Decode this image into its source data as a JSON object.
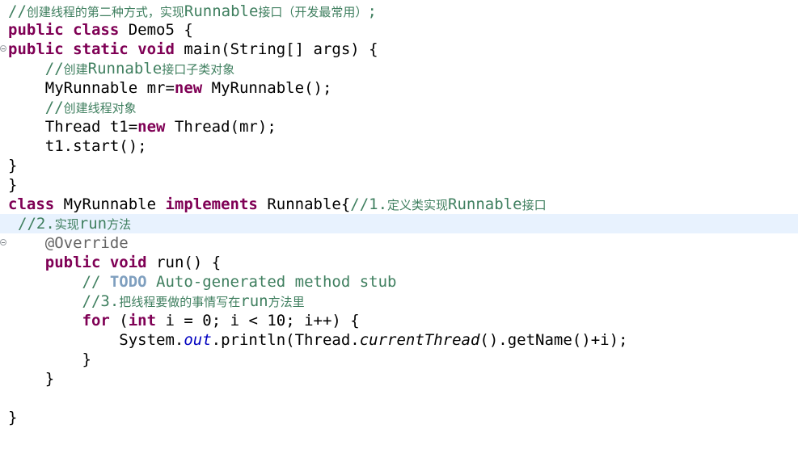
{
  "editor": {
    "lines": {
      "l1": {
        "c1": "//",
        "c2": "创建线程的第二种方式，实现",
        "c3": "Runnable",
        "c4": "接口（开发最常用）",
        "c5": ";"
      },
      "l2": {
        "k1": "public",
        "s1": " ",
        "k2": "class",
        "t1": " Demo5 {"
      },
      "l3": {
        "k1": "public",
        "s1": " ",
        "k2": "static",
        "s2": " ",
        "k3": "void",
        "t1": " main(String[] args) {"
      },
      "l4": {
        "ind": "    ",
        "c1": "//",
        "c2": "创建",
        "c3": "Runnable",
        "c4": "接口子类对象"
      },
      "l5": {
        "t1": "    MyRunnable mr=",
        "k1": "new",
        "t2": " MyRunnable();"
      },
      "l6": {
        "ind": "    ",
        "c1": "//",
        "c2": "创建线程对象"
      },
      "l7": {
        "t1": "    Thread t1=",
        "k1": "new",
        "t2": " Thread(mr);"
      },
      "l8": {
        "t1": "    t1.start();"
      },
      "l9": {
        "t1": "}"
      },
      "l10": {
        "t1": "}"
      },
      "l11": {
        "k1": "class",
        "t1": " MyRunnable ",
        "k2": "implements",
        "t2": " Runnable{",
        "c1": "//1.",
        "c2": "定义类实现",
        "c3": "Runnable",
        "c4": "接口"
      },
      "l12": {
        "c1": "//2.",
        "c2": "实现",
        "c3": "run",
        "c4": "方法"
      },
      "l13": {
        "ind": "    ",
        "a1": "@Override"
      },
      "l14": {
        "ind": "    ",
        "k1": "public",
        "s1": " ",
        "k2": "void",
        "t1": " run() {"
      },
      "l15": {
        "ind": "        ",
        "c1": "// ",
        "c2": "TODO",
        "c3": " Auto-generated method stub"
      },
      "l16": {
        "ind": "        ",
        "c1": "//3.",
        "c2": "把线程要做的事情写在",
        "c3": "run",
        "c4": "方法里"
      },
      "l17": {
        "ind": "        ",
        "k1": "for",
        "t1": " (",
        "k2": "int",
        "t2": " i = 0; i < 10; i++) {"
      },
      "l18": {
        "t1": "            System.",
        "f1": "out",
        "t2": ".println(Thread.",
        "m1": "currentThread",
        "t3": "().getName()+i);"
      },
      "l19": {
        "t1": "        }"
      },
      "l20": {
        "t1": "    }"
      },
      "l21": {
        "t1": ""
      },
      "l22": {
        "t1": "}"
      }
    }
  }
}
